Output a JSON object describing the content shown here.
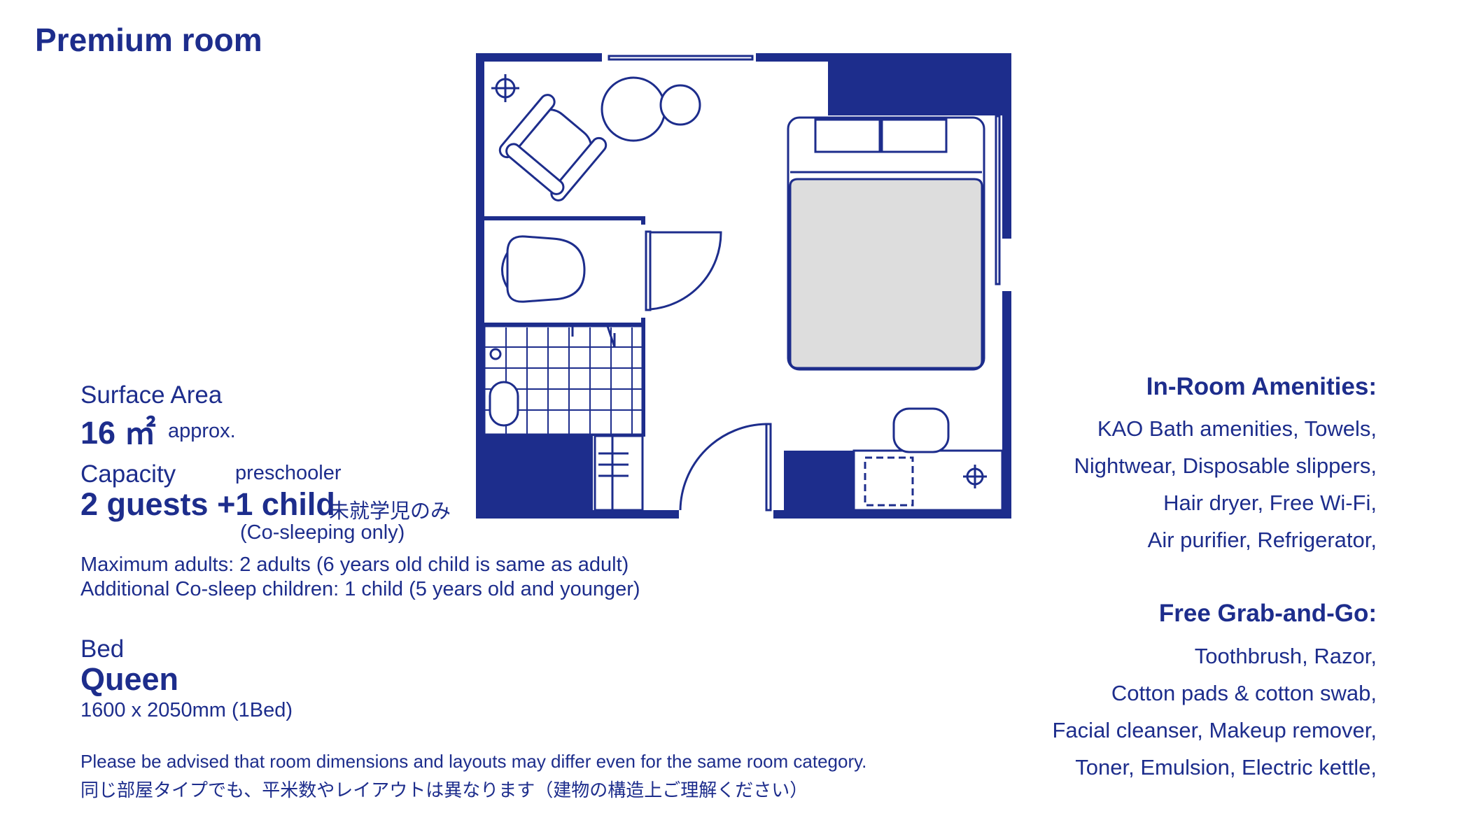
{
  "title": "Premium room",
  "surface": {
    "label": "Surface Area",
    "value": "16 ㎡",
    "approx": "approx."
  },
  "capacity": {
    "label": "Capacity",
    "preschooler": "preschooler",
    "guests": "2 guests +1 child",
    "jp_note": "未就学児のみ",
    "co_sleeping": "(Co-sleeping only)",
    "max_adults": "Maximum adults: 2 adults (6 years old child is same as adult)",
    "co_sleep_children": "Additional Co-sleep children: 1 child (5 years old and younger)"
  },
  "bed": {
    "label": "Bed",
    "type": "Queen",
    "size": "1600 x 2050mm (1Bed)"
  },
  "disclaimer": {
    "en": "Please be advised that room dimensions and layouts may differ even for the same room category.",
    "jp": "同じ部屋タイプでも、平米数やレイアウトは異なります（建物の構造上ご理解ください）"
  },
  "amenities": {
    "heading": "In-Room Amenities:",
    "lines": [
      "KAO Bath amenities, Towels,",
      "Nightwear, Disposable slippers,",
      "Hair dryer, Free Wi-Fi,",
      "Air purifier, Refrigerator,"
    ]
  },
  "grab_and_go": {
    "heading": "Free Grab-and-Go:",
    "lines": [
      "Toothbrush, Razor,",
      "Cotton pads & cotton swab,",
      "Facial cleanser, Makeup remover,",
      "Toner, Emulsion, Electric kettle,"
    ]
  },
  "colors": {
    "navy": "#1d2d8c",
    "bed_fill": "#dddddd",
    "background": "#ffffff"
  }
}
